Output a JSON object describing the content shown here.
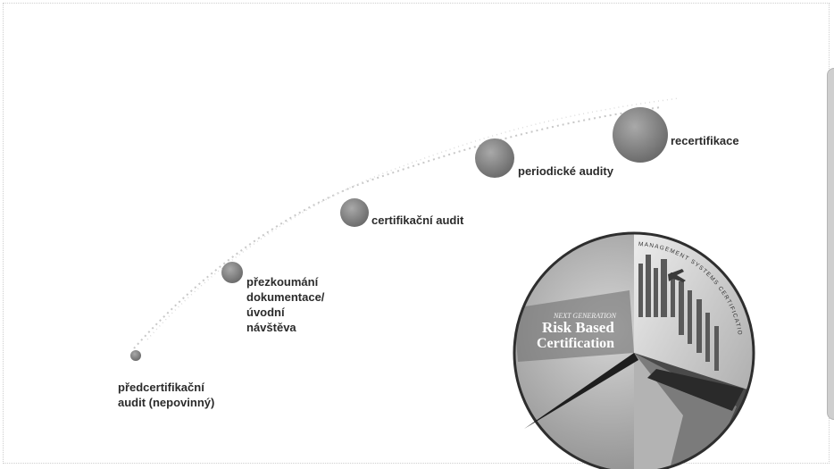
{
  "steps": [
    {
      "label": "předcertifikační\naudit (nepovinný)"
    },
    {
      "label": "přezkoumání\ndokumentace/\núvodní\nnávštěva"
    },
    {
      "label": "certifikační audit"
    },
    {
      "label": "periodické audity"
    },
    {
      "label": "recertifikace"
    }
  ],
  "badge": {
    "top_arc_text": "MANAGEMENT SYSTEMS CERTIFICATION",
    "small_title": "NEXT GENERATION",
    "title_line1": "Risk Based",
    "title_line2": "Certification"
  },
  "colors": {
    "dot": "#7a7a7a",
    "text": "#2b2b2b",
    "badge_dark": "#3a3a3a",
    "badge_mid": "#8c8c8c",
    "badge_light": "#c9c9c9"
  }
}
